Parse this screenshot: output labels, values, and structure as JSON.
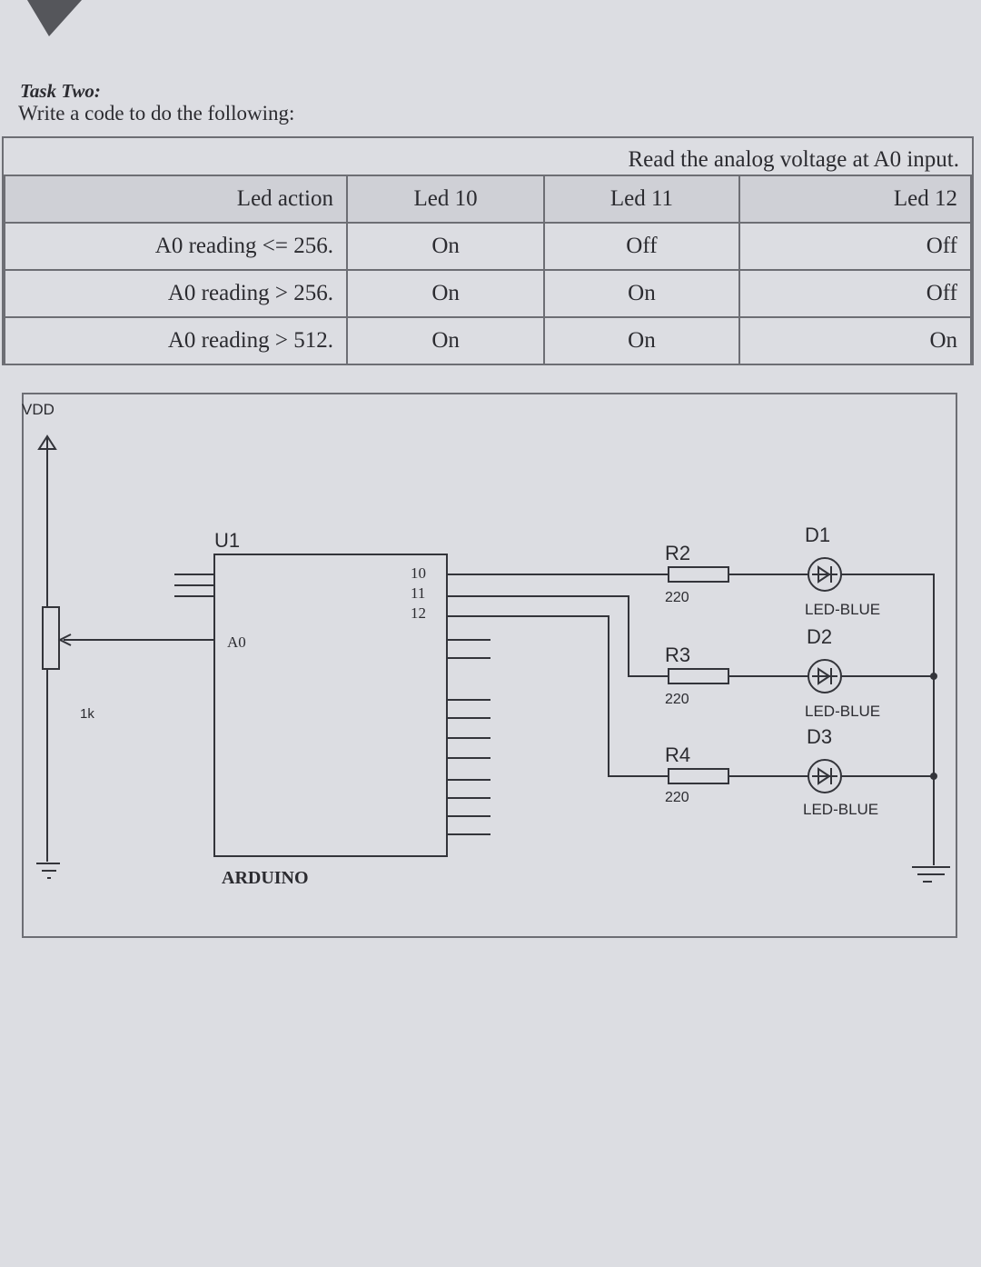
{
  "task": {
    "title": "Task Two:",
    "subtitle": "Write a code to do the following:"
  },
  "table": {
    "heading": "Read the analog voltage at A0 input.",
    "columns": [
      "Led action",
      "Led 10",
      "Led 11",
      "Led 12"
    ],
    "rows": [
      {
        "condition": "A0 reading <= 256.",
        "led10": "On",
        "led11": "Off",
        "led12": "Off"
      },
      {
        "condition": "A0 reading > 256.",
        "led10": "On",
        "led11": "On",
        "led12": "Off"
      },
      {
        "condition": "A0 reading > 512.",
        "led10": "On",
        "led11": "On",
        "led12": "On"
      }
    ]
  },
  "schematic": {
    "vdd": "VDD",
    "pot_value": "1k",
    "u1": "U1",
    "a0_pin": "A0",
    "pins": [
      "10",
      "11",
      "12"
    ],
    "board": "ARDUINO",
    "resistors": [
      {
        "name": "R2",
        "value": "220"
      },
      {
        "name": "R3",
        "value": "220"
      },
      {
        "name": "R4",
        "value": "220"
      }
    ],
    "leds": [
      {
        "name": "D1",
        "type": "LED-BLUE"
      },
      {
        "name": "D2",
        "type": "LED-BLUE"
      },
      {
        "name": "D3",
        "type": "LED-BLUE"
      }
    ]
  }
}
